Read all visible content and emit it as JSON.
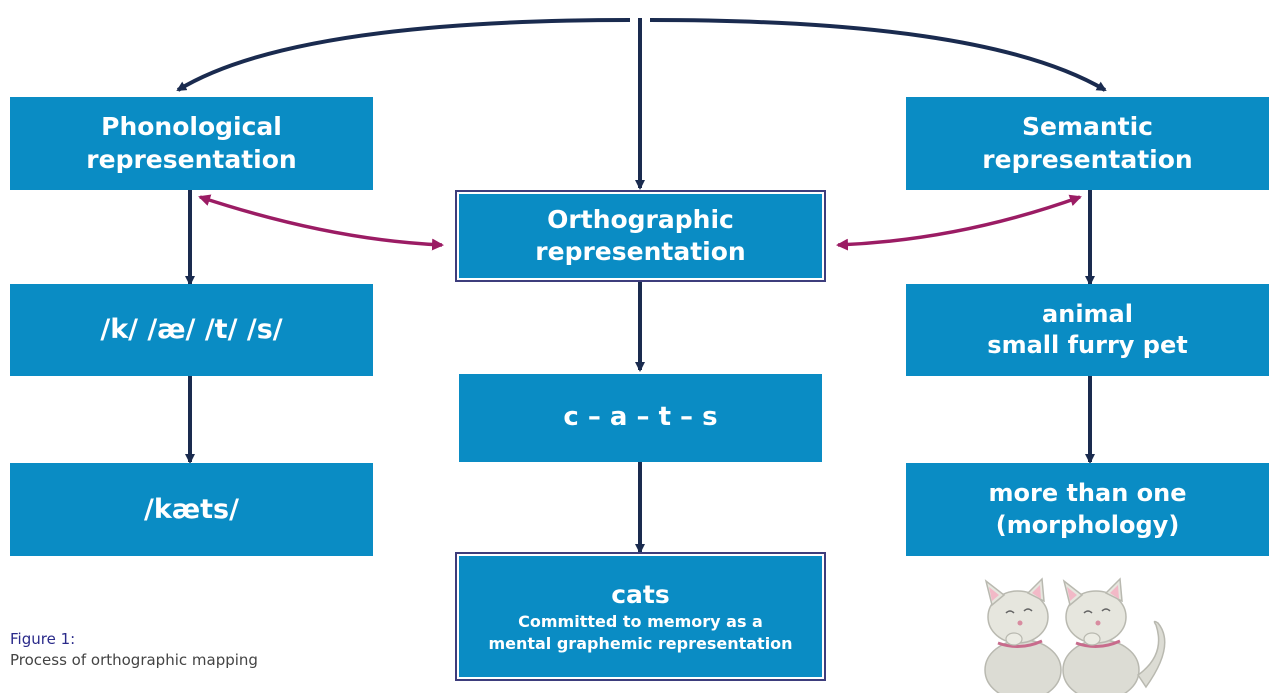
{
  "colors": {
    "box_fill": "#0a8cc4",
    "arrow_dark": "#1a2b4f",
    "arrow_magenta": "#9b1c64"
  },
  "boxes": {
    "phonological": {
      "line1": "Phonological",
      "line2": "representation"
    },
    "phonemes": {
      "text": "/k/ /æ/ /t/ /s/"
    },
    "phonetic_word": {
      "text": "/kæts/"
    },
    "orthographic": {
      "line1": "Orthographic",
      "line2": "representation"
    },
    "letters": {
      "text": "c – a – t – s"
    },
    "memory": {
      "word": "cats",
      "line1": "Committed to memory as a",
      "line2": "mental graphemic representation"
    },
    "semantic": {
      "line1": "Semantic",
      "line2": "representation"
    },
    "meaning": {
      "line1": "animal",
      "line2": "small furry pet"
    },
    "morphology": {
      "line1": "more than one",
      "line2": "(morphology)"
    }
  },
  "caption": {
    "label": "Figure 1:",
    "text": "Process of orthographic mapping"
  },
  "illustration": {
    "icon": "two-cats-illustration"
  }
}
